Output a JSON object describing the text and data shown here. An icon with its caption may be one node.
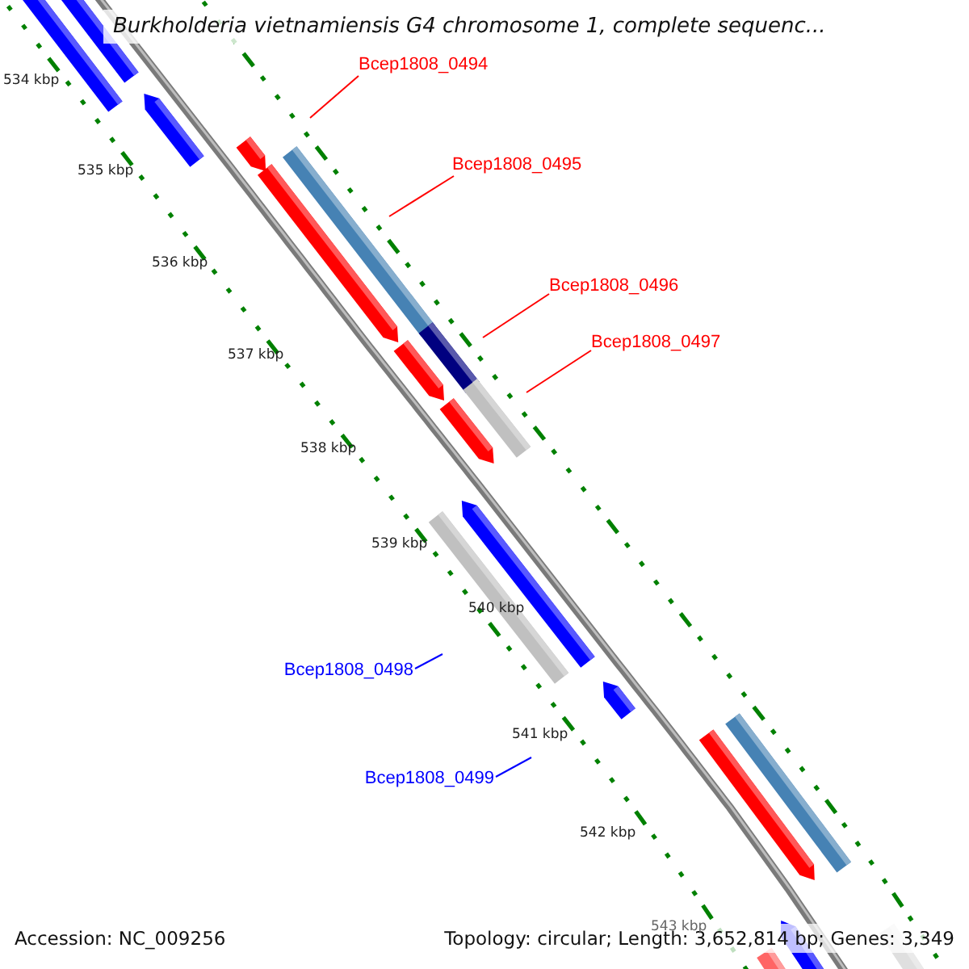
{
  "diagram": {
    "title": "Burkholderia vietnamiensis G4 chromosome 1, complete sequenc...",
    "nodes": [
      {
        "text": [
          "Bcep1808_0494"
        ]
      },
      {
        "text": [
          "Bcep1808_0495"
        ]
      },
      {
        "text": [
          "Bcep1808_0496"
        ]
      },
      {
        "text": [
          "Bcep1808_0497"
        ]
      },
      {
        "text": [
          "Bcep1808_0498"
        ]
      },
      {
        "text": [
          "Bcep1808_0499"
        ]
      }
    ],
    "edges": [
      {
        "from": 0,
        "to": null,
        "arrow": "none"
      },
      {
        "from": 1,
        "to": null,
        "arrow": "none"
      },
      {
        "from": 2,
        "to": null,
        "arrow": "none"
      },
      {
        "from": 3,
        "to": null,
        "arrow": "none"
      },
      {
        "from": 4,
        "to": null,
        "arrow": "none",
        "color": "#0000ff"
      },
      {
        "from": 5,
        "to": null,
        "arrow": "none",
        "color": "#0000ff"
      }
    ],
    "labels": [
      "534 kbp",
      "535 kbp",
      "536 kbp",
      "537 kbp",
      "538 kbp",
      "539 kbp",
      "540 kbp",
      "541 kbp",
      "542 kbp",
      "543 kbp",
      "Accession: NC_009256",
      "Topology: circular; Length: 3,652,814 bp; Genes: 3,349"
    ]
  }
}
